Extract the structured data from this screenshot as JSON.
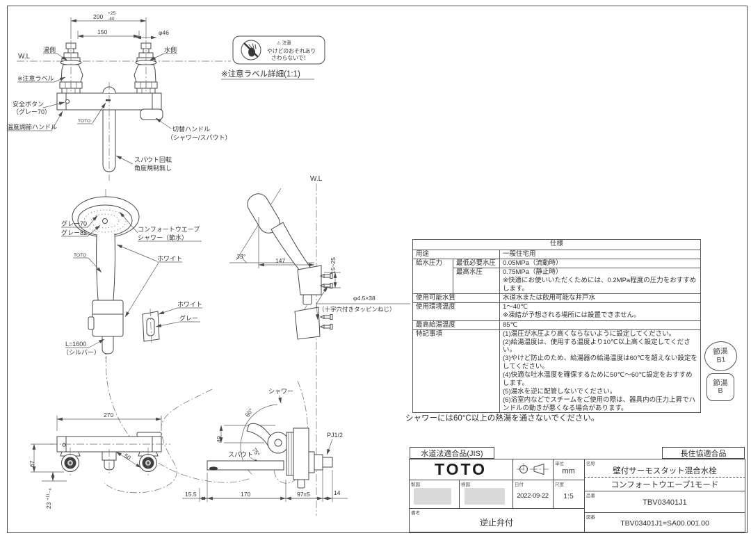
{
  "top_view": {
    "wl_label": "W.L",
    "dim_200": "200",
    "dim_200_tol_plus": "+25",
    "dim_200_tol_minus": "-40",
    "dim_150": "150",
    "dim_phi46": "φ46",
    "hot_label": "湯側",
    "cold_label": "水側",
    "caution_label": "※注意ラベル",
    "safety_line1": "安全ボタン",
    "safety_line2": "（グレー70）",
    "temp_handle_label": "温度調節ハンドル",
    "toto_label": "TOTO",
    "switch_line1": "切替ハンドル",
    "switch_line2": "（シャワー/スパウト）",
    "spout_line1": "スパウト回転",
    "spout_line2": "角度規制無し"
  },
  "caution_detail": {
    "header": "⚠ 注意",
    "line1": "やけどのおそれあり",
    "line2": "さわらないで！",
    "caption": "※注意ラベル詳細(1:1)"
  },
  "shower_view": {
    "gray70_label": "グレー70",
    "gray82_label": "グレー82",
    "comfort_line1": "コンフォートウエーブ",
    "comfort_line2": "シャワー（節水）",
    "toto_label": "TOTO",
    "white_label": "ホワイト",
    "hose_line1": "L=1600",
    "hose_line2": "（シルバー）",
    "holder_white_label": "ホワイト",
    "holder_gray_label": "グレー"
  },
  "hand_view": {
    "wl_label": "W.L",
    "angle_35": "35°",
    "dim_147": "147",
    "dim_15_25": "15~25",
    "screw_line1": "φ4.5×38",
    "screw_line2": "（十字穴付きタッピンねじ）"
  },
  "spec": {
    "title": "仕様",
    "usage_label": "用途",
    "usage_value": "一般住宅用",
    "pressure_label": "給水圧力",
    "min_pressure_label": "最低必要水圧",
    "min_pressure_value": "0.05MPa（流動時）",
    "max_pressure_label": "最高水圧",
    "max_pressure_value": "0.75MPa（静止時）",
    "max_pressure_note": "※快適にお使いいただくためには、0.2MPa程度の圧力をおすすめします。",
    "quality_label": "使用可能水質",
    "quality_value": "水道水または飲用可能な井戸水",
    "ambient_label": "使用環境温度",
    "ambient_value": "1～40℃",
    "ambient_note": "※凍結が予想される場所には設置できません。",
    "max_temp_label": "最高給湯温度",
    "max_temp_value": "85℃",
    "notes_label": "特記事項",
    "notes": [
      "(1)湯圧が水圧より高くならないように設定してください。",
      "(2)給湯温度は、使用する温度より10℃以上高く設定してください。",
      "(3)やけど防止のため、給湯器の給湯温度は60℃を超えない設定をしてください。",
      "(4)快適な吐水温度を確保するために50℃～60℃設定をおすすめします。",
      "(5)湯水を逆に配管しないでください。",
      "(6)浴室内などでスチームをご使用の際は、器具内の圧力上昇でハンドルの動きが悪くなる場合があります。"
    ]
  },
  "stamps": {
    "b1_line1": "節湯",
    "b1_line2": "B1",
    "b_line1": "節湯",
    "b_line2": "B"
  },
  "shower_warning": "シャワーには60°C以上の熱湯を通さないでください。",
  "front_view": {
    "dim_270": "270",
    "dim_67": "67",
    "dim_23": "23 ⁺¹¹₋₆",
    "dim_50": "50"
  },
  "side_view": {
    "shower_label": "シャワー",
    "angle_60": "60°",
    "dim_49": "49",
    "angle_75": "75°",
    "spout_label": "スパウト",
    "thread_label": "PJ1/2",
    "dim_15_5": "15.5",
    "dim_170": "170",
    "dim_97": "97±5",
    "dim_14": "14"
  },
  "title_block": {
    "jis_label": "水道法適合品(JIS)",
    "chojukyo_label": "長住協適合品",
    "brand": "TOTO",
    "unit_label": "単位",
    "unit_value": "mm",
    "drafted_label": "製図",
    "checked_label": "検図",
    "date_label": "日付",
    "date_value": "2022-09-22",
    "scale_label": "尺度",
    "scale_value": "1:5",
    "remarks_label": "備考",
    "remarks_value": "逆止弁付",
    "name_label": "名称",
    "name_line1": "壁付サーモスタット混合水栓",
    "name_line2": "コンフォートウエーブ1モード",
    "part_no_label": "品番",
    "part_no_value": "TBV03401J1",
    "drawing_no_label": "図番",
    "drawing_no_value": "TBV03401J1=SA00.001.00"
  }
}
